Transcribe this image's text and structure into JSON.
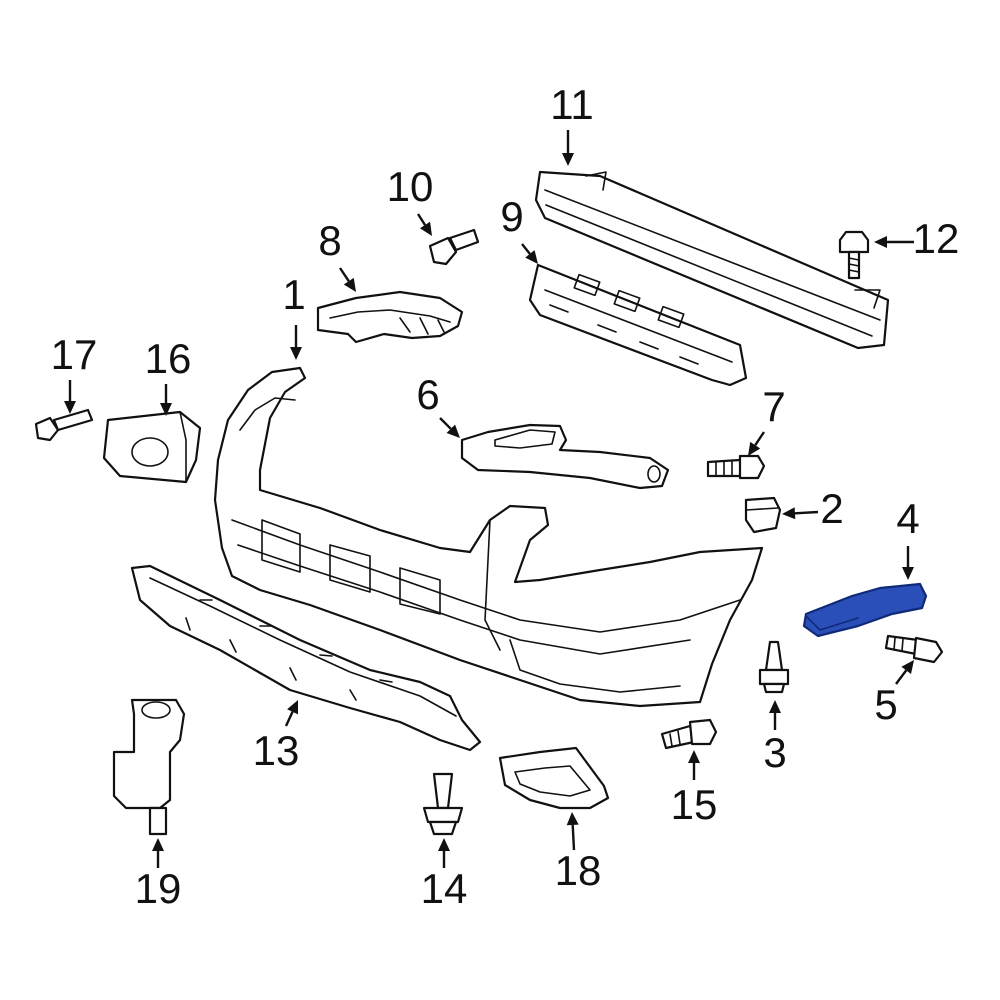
{
  "diagram": {
    "highlight_color": "#2b4fb8",
    "highlighted_part": "4",
    "callouts": [
      {
        "id": "1",
        "label": "1"
      },
      {
        "id": "2",
        "label": "2"
      },
      {
        "id": "3",
        "label": "3"
      },
      {
        "id": "4",
        "label": "4"
      },
      {
        "id": "5",
        "label": "5"
      },
      {
        "id": "6",
        "label": "6"
      },
      {
        "id": "7",
        "label": "7"
      },
      {
        "id": "8",
        "label": "8"
      },
      {
        "id": "9",
        "label": "9"
      },
      {
        "id": "10",
        "label": "10"
      },
      {
        "id": "11",
        "label": "11"
      },
      {
        "id": "12",
        "label": "12"
      },
      {
        "id": "13",
        "label": "13"
      },
      {
        "id": "14",
        "label": "14"
      },
      {
        "id": "15",
        "label": "15"
      },
      {
        "id": "16",
        "label": "16"
      },
      {
        "id": "17",
        "label": "17"
      },
      {
        "id": "18",
        "label": "18"
      },
      {
        "id": "19",
        "label": "19"
      }
    ]
  }
}
